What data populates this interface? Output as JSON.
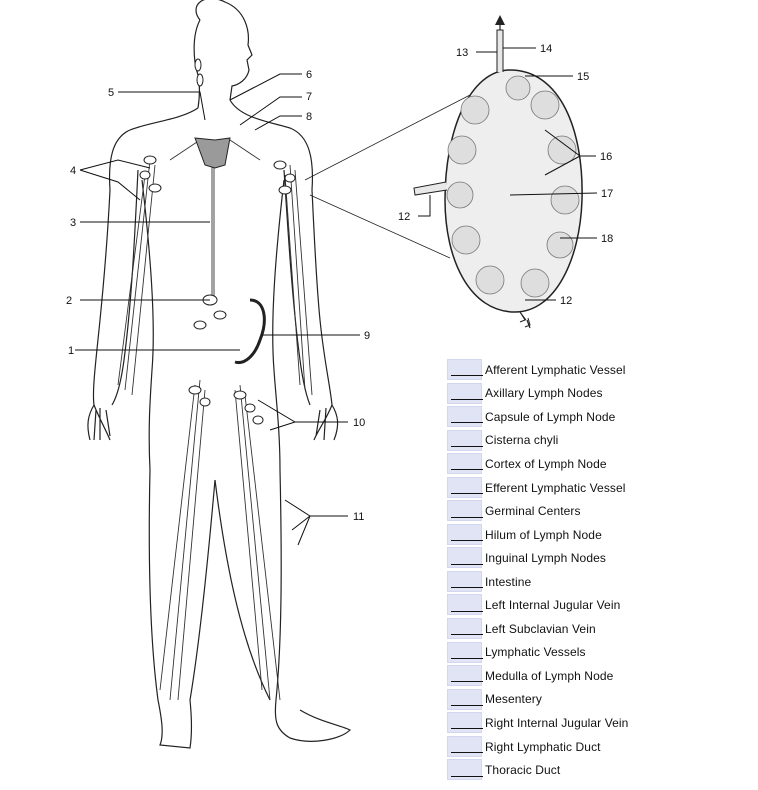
{
  "callouts": [
    "1",
    "2",
    "3",
    "4",
    "5",
    "6",
    "7",
    "8",
    "9",
    "10",
    "11",
    "12",
    "12",
    "13",
    "14",
    "15",
    "16",
    "17",
    "18"
  ],
  "terms": [
    "Afferent Lymphatic Vessel",
    "Axillary Lymph Nodes",
    "Capsule of Lymph Node",
    "Cisterna chyli",
    "Cortex of Lymph Node",
    "Efferent Lymphatic Vessel",
    "Germinal Centers",
    "Hilum of Lymph Node",
    "Inguinal Lymph Nodes",
    "Intestine",
    "Left Internal Jugular Vein",
    "Left Subclavian Vein",
    "Lymphatic Vessels",
    "Medulla of Lymph Node",
    "Mesentery",
    "Right Internal Jugular Vein",
    "Right Lymphatic Duct",
    "Thoracic Duct"
  ],
  "colors": {
    "ink": "#111111",
    "answer_box": "#e1e4f4",
    "duct_fill": "#9a9a9a"
  }
}
